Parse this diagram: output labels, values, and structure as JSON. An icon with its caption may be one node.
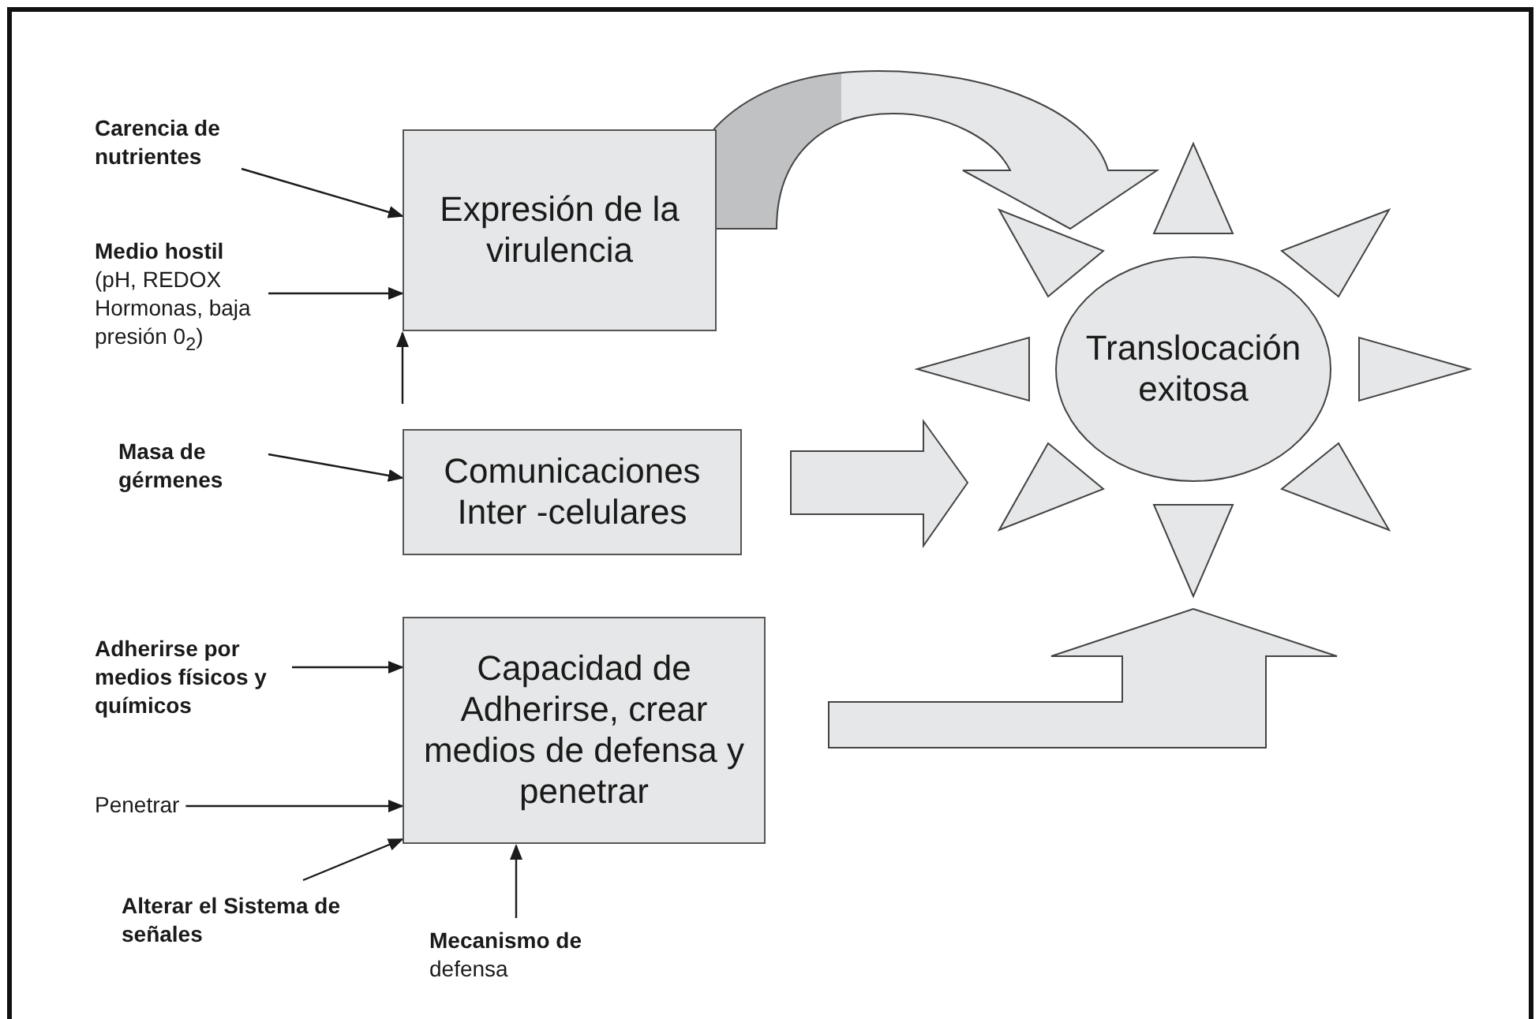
{
  "diagram": {
    "nodes": [
      {
        "text": [
          "Carencia de nutrientes"
        ]
      },
      {
        "text": [
          "Medio hostil",
          "(pH, REDOX Hormonas, baja presión 0$_{2}$)"
        ]
      },
      {
        "text": [
          "Masa de gérmenes"
        ]
      },
      {
        "text": [
          "Adherirse por medios físicos y químicos"
        ]
      },
      {
        "text": [
          "Penetrar"
        ]
      },
      {
        "text": [
          "Alterar  el Sistema de señales"
        ]
      },
      {
        "text": [
          "Mecanismo de",
          "defensa"
        ]
      },
      {
        "text": [
          "Expresión de la virulencia"
        ]
      },
      {
        "text": [
          "Comunicaciones Inter -celulares"
        ]
      },
      {
        "text": [
          "Capacidad de Adherirse, crear medios de defensa y penetrar"
        ]
      },
      {
        "text": [
          "Translocación exitosa"
        ]
      }
    ],
    "edges": [
      {
        "from": 0,
        "to": 7,
        "arrow": "to"
      },
      {
        "from": 1,
        "to": 7,
        "arrow": "to"
      },
      {
        "from": 2,
        "to": 8,
        "arrow": "to"
      },
      {
        "from": 3,
        "to": 9,
        "arrow": "to"
      },
      {
        "from": 4,
        "to": 9,
        "arrow": "to"
      },
      {
        "from": 5,
        "to": 9,
        "arrow": "to"
      },
      {
        "from": 6,
        "to": 9,
        "arrow": "to"
      },
      {
        "from": 8,
        "to": 7,
        "arrow": "to"
      },
      {
        "from": 7,
        "to": 10,
        "arrow": "to",
        "style": "thick"
      },
      {
        "from": 8,
        "to": 10,
        "arrow": "to",
        "style": "thick"
      },
      {
        "from": 9,
        "to": 10,
        "arrow": "to",
        "style": "thick"
      }
    ]
  }
}
